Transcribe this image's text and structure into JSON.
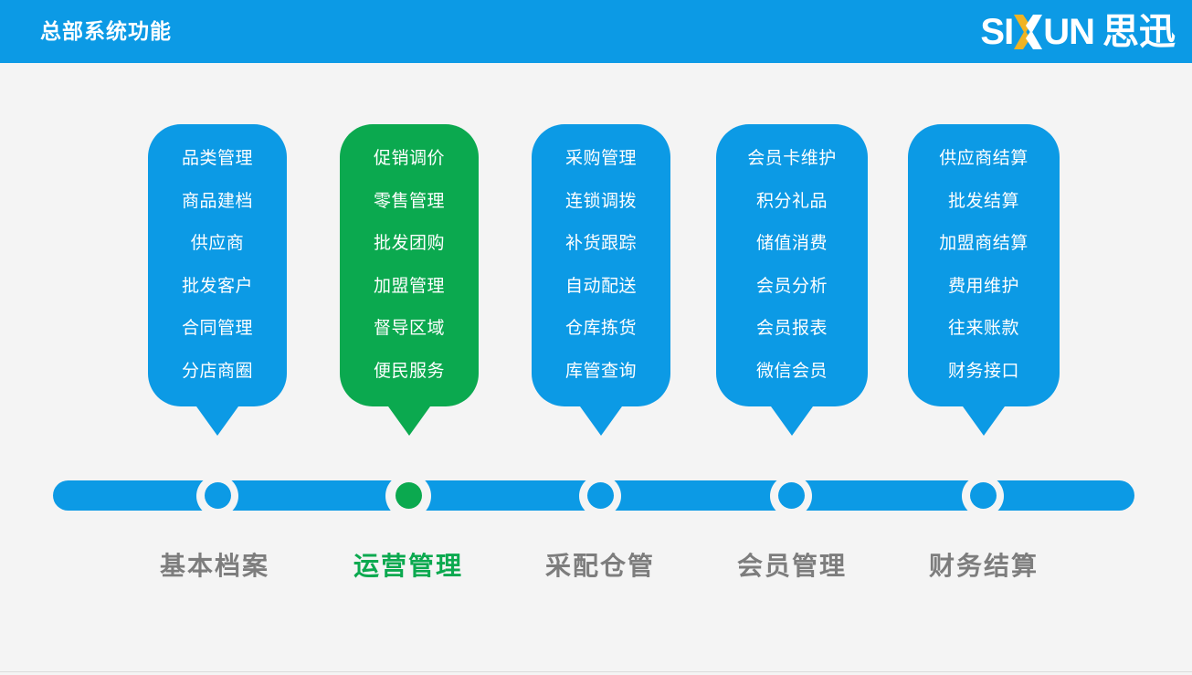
{
  "header": {
    "title": "总部系统功能",
    "bg_color": "#0c9ae5",
    "logo": {
      "latin_left": "SI",
      "latin_right": "UN",
      "x_letter": "X",
      "cjk": "思迅",
      "accent_color": "#f0b323"
    }
  },
  "theme": {
    "blue": "#0c9ae5",
    "green": "#0ba94f",
    "background": "#f4f4f4",
    "label_gray": "#7d7d7d"
  },
  "timeline": {
    "bar_color": "#0c9ae5",
    "nodes": [
      {
        "color": "#0c9ae5",
        "active": false
      },
      {
        "color": "#0ba94f",
        "active": true
      },
      {
        "color": "#0c9ae5",
        "active": false
      },
      {
        "color": "#0c9ae5",
        "active": false
      },
      {
        "color": "#0c9ae5",
        "active": false
      }
    ]
  },
  "columns": [
    {
      "label": "基本档案",
      "color": "#0c9ae5",
      "active": false,
      "items": [
        "品类管理",
        "商品建档",
        "供应商",
        "批发客户",
        "合同管理",
        "分店商圈"
      ]
    },
    {
      "label": "运营管理",
      "color": "#0ba94f",
      "active": true,
      "items": [
        "促销调价",
        "零售管理",
        "批发团购",
        "加盟管理",
        "督导区域",
        "便民服务"
      ]
    },
    {
      "label": "采配仓管",
      "color": "#0c9ae5",
      "active": false,
      "items": [
        "采购管理",
        "连锁调拨",
        "补货跟踪",
        "自动配送",
        "仓库拣货",
        "库管查询"
      ]
    },
    {
      "label": "会员管理",
      "color": "#0c9ae5",
      "active": false,
      "items": [
        "会员卡维护",
        "积分礼品",
        "储值消费",
        "会员分析",
        "会员报表",
        "微信会员"
      ]
    },
    {
      "label": "财务结算",
      "color": "#0c9ae5",
      "active": false,
      "items": [
        "供应商结算",
        "批发结算",
        "加盟商结算",
        "费用维护",
        "往来账款",
        "财务接口"
      ]
    }
  ]
}
